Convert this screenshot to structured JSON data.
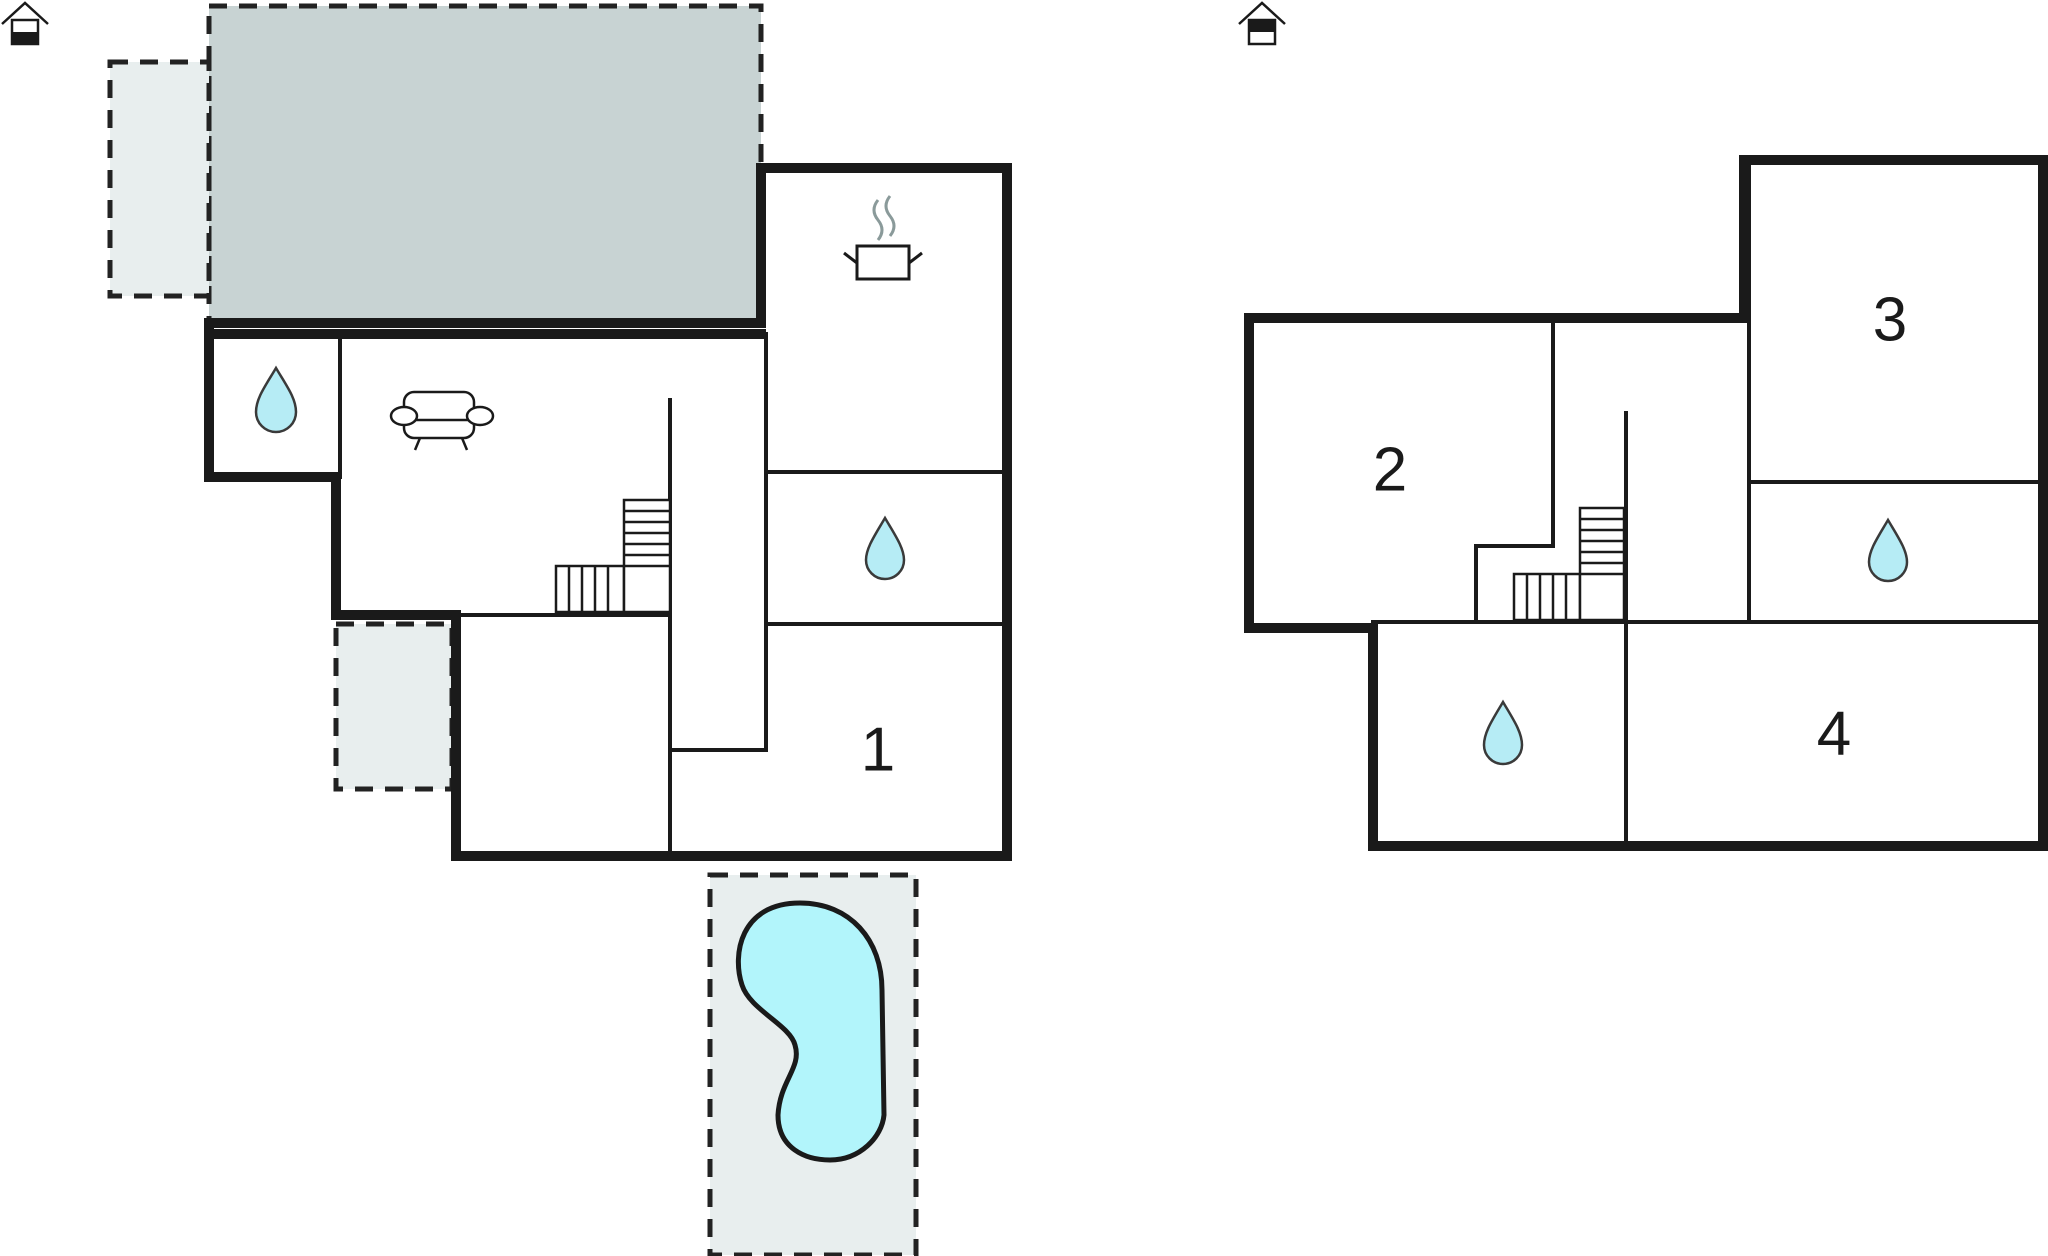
{
  "plan": {
    "rooms": [
      {
        "id": "room-1",
        "number": "1"
      },
      {
        "id": "room-2",
        "number": "2"
      },
      {
        "id": "room-3",
        "number": "3"
      },
      {
        "id": "room-4",
        "number": "4"
      }
    ],
    "icons": {
      "ground_floor_marker": "house-ground-floor-icon",
      "upper_floor_marker": "house-upper-floor-icon",
      "bathroom": "water-drop-icon",
      "living": "sofa-icon",
      "kitchen": "cooking-pot-icon",
      "stairs": "staircase-icon",
      "pool": "swimming-pool-icon"
    },
    "colors": {
      "wall": "#1a1a1a",
      "covered_terrace": "#c8d3d3",
      "open_terrace": "#e8eeee",
      "water": "#b6ecf5"
    }
  }
}
